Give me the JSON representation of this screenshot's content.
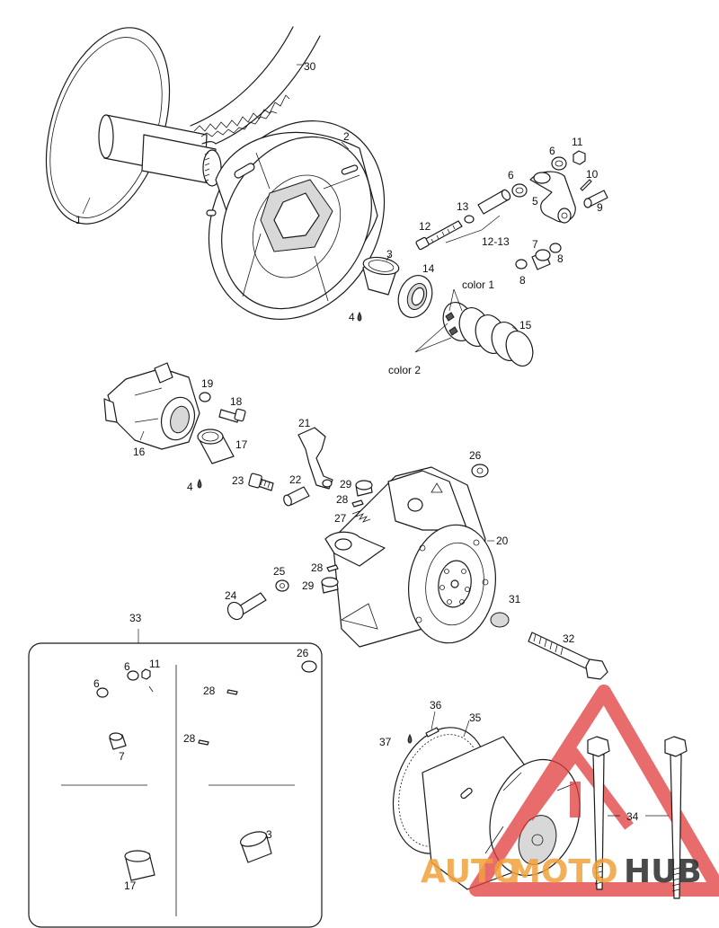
{
  "callouts": {
    "p1": "1",
    "p2": "2",
    "p3": "3",
    "p4": "4",
    "p5": "5",
    "p6": "6",
    "p6b": "6",
    "p7": "7",
    "p8a": "8",
    "p8b": "8",
    "p9": "9",
    "p10": "10",
    "p11": "11",
    "p12": "12",
    "p13": "13",
    "p12_13": "12-13",
    "p14": "14",
    "p15": "15",
    "color1": "color 1",
    "color2": "color 2",
    "p16": "16",
    "p17": "17",
    "p18": "18",
    "p19": "19",
    "p4b": "4",
    "p20": "20",
    "p21": "21",
    "p22": "22",
    "p23": "23",
    "p24": "24",
    "p25": "25",
    "p26": "26",
    "p27": "27",
    "p28a": "28",
    "p28b": "28",
    "p29a": "29",
    "p29b": "29",
    "p30": "30",
    "p31": "31",
    "p32": "32",
    "p33": "33",
    "p34": "34",
    "p35": "35",
    "p36": "36",
    "p37": "37"
  },
  "kit_box": {
    "p6a": "6",
    "p6b": "6",
    "p11": "11",
    "p26": "26",
    "p28a": "28",
    "p28b": "28",
    "p7": "7",
    "p3": "3",
    "p17": "17"
  },
  "watermark": {
    "auto": "AUTO",
    "moto": "MOTO",
    "hub": "HUB",
    "colors": {
      "red": "#e23b3b",
      "orange": "#f0a23a",
      "dark": "#2b2b2b"
    }
  }
}
